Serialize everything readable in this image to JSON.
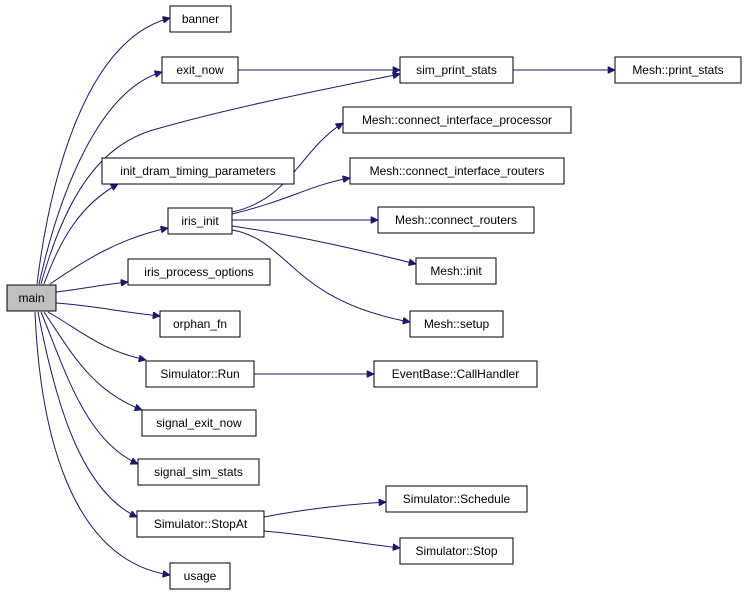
{
  "nodes": {
    "main": "main",
    "banner": "banner",
    "exit_now": "exit_now",
    "sim_print_stats": "sim_print_stats",
    "mesh_print_stats": "Mesh::print_stats",
    "mesh_connect_interface_processor": "Mesh::connect_interface_processor",
    "init_dram_timing_parameters": "init_dram_timing_parameters",
    "mesh_connect_interface_routers": "Mesh::connect_interface_routers",
    "iris_init": "iris_init",
    "mesh_connect_routers": "Mesh::connect_routers",
    "iris_process_options": "iris_process_options",
    "mesh_init": "Mesh::init",
    "orphan_fn": "orphan_fn",
    "mesh_setup": "Mesh::setup",
    "simulator_run": "Simulator::Run",
    "eventbase_callhandler": "EventBase::CallHandler",
    "signal_exit_now": "signal_exit_now",
    "signal_sim_stats": "signal_sim_stats",
    "simulator_schedule": "Simulator::Schedule",
    "simulator_stopat": "Simulator::StopAt",
    "simulator_stop": "Simulator::Stop",
    "usage": "usage"
  },
  "colors": {
    "edge": "#191970",
    "root_fill": "#bfbfbf",
    "node_fill": "#ffffff",
    "node_border": "#000000"
  }
}
